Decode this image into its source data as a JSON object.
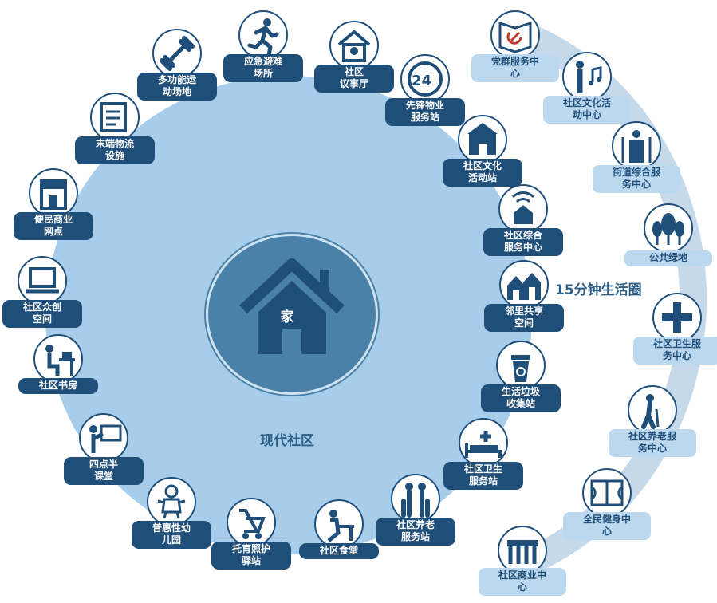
{
  "center": {
    "home_label": "家"
  },
  "community_title": "现代社区",
  "ring_title": "15分钟生活圈",
  "inner_nodes": [
    {
      "label": "应急避难\n场所",
      "icon": "running-person-icon"
    },
    {
      "label": "社区\n议事厅",
      "icon": "meeting-house-icon"
    },
    {
      "label": "先锋物业\n服务站",
      "icon": "24-hour-icon"
    },
    {
      "label": "社区文化\n活动站",
      "icon": "cultural-building-icon"
    },
    {
      "label": "社区综合\n服务中心",
      "icon": "signal-house-icon"
    },
    {
      "label": "邻里共享\n空间",
      "icon": "houses-icon"
    },
    {
      "label": "生活垃圾\n收集站",
      "icon": "recycle-bin-icon"
    },
    {
      "label": "社区卫生\n服务站",
      "icon": "hospital-bed-icon"
    },
    {
      "label": "社区养老\n服务站",
      "icon": "elderly-couple-icon"
    },
    {
      "label": "社区食堂",
      "icon": "dining-icon"
    },
    {
      "label": "托育照护\n驿站",
      "icon": "stroller-icon"
    },
    {
      "label": "普惠性幼\n儿园",
      "icon": "baby-icon"
    },
    {
      "label": "四点半\n课堂",
      "icon": "teacher-board-icon"
    },
    {
      "label": "社区书房",
      "icon": "reading-desk-icon"
    },
    {
      "label": "社区众创\n空间",
      "icon": "laptop-icon"
    },
    {
      "label": "便民商业\n网点",
      "icon": "storefront-icon"
    },
    {
      "label": "末端物流\n设施",
      "icon": "parcel-icon"
    },
    {
      "label": "多功能运\n动场地",
      "icon": "dumbbell-icon"
    }
  ],
  "outer_nodes": [
    {
      "label": "党群服务中\n心",
      "icon": "party-book-icon"
    },
    {
      "label": "社区文化活\n动中心",
      "icon": "music-person-icon"
    },
    {
      "label": "街道综合服\n务中心",
      "icon": "service-staff-icon"
    },
    {
      "label": "公共绿地",
      "icon": "trees-icon"
    },
    {
      "label": "社区卫生服\n务中心",
      "icon": "medical-cross-icon"
    },
    {
      "label": "社区养老服\n务中心",
      "icon": "elderly-cane-icon"
    },
    {
      "label": "全民健身中\n心",
      "icon": "basketball-court-icon"
    },
    {
      "label": "社区商业中\n心",
      "icon": "shopping-street-icon"
    }
  ]
}
